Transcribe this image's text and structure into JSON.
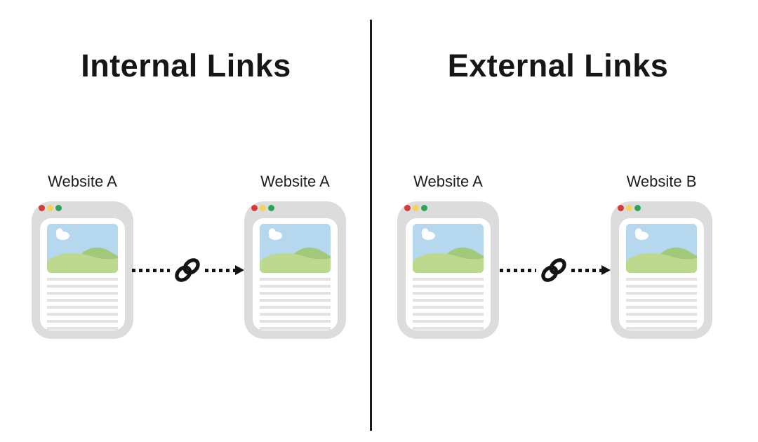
{
  "diagram": {
    "panels": [
      {
        "id": "internal",
        "title": "Internal Links",
        "source_label": "Website A",
        "target_label": "Website A"
      },
      {
        "id": "external",
        "title": "External Links",
        "source_label": "Website A",
        "target_label": "Website B"
      }
    ]
  },
  "icons": {
    "chain_link": "chain-link-icon",
    "arrowhead": "arrowhead-right-icon",
    "traffic_lights": [
      "traffic-light-red-icon",
      "traffic-light-yellow-icon",
      "traffic-light-green-icon"
    ],
    "image_placeholder": "landscape-photo-icon"
  },
  "colors": {
    "background": "#ffffff",
    "divider": "#1b1b1b",
    "title_text": "#161616",
    "label_text": "#1e1e1e",
    "connector": "#131313",
    "card_frame": "#dcdcdc",
    "card_inner": "#ffffff",
    "text_line": "#e3e3e3",
    "dot_red": "#d13c38",
    "dot_yellow": "#f1d35e",
    "dot_green": "#2da358",
    "thumb_sky": "#b5d8ef",
    "thumb_hill_back": "#a2c87c",
    "thumb_hill_front": "#bdd98f",
    "thumb_cloud": "#ffffff"
  }
}
